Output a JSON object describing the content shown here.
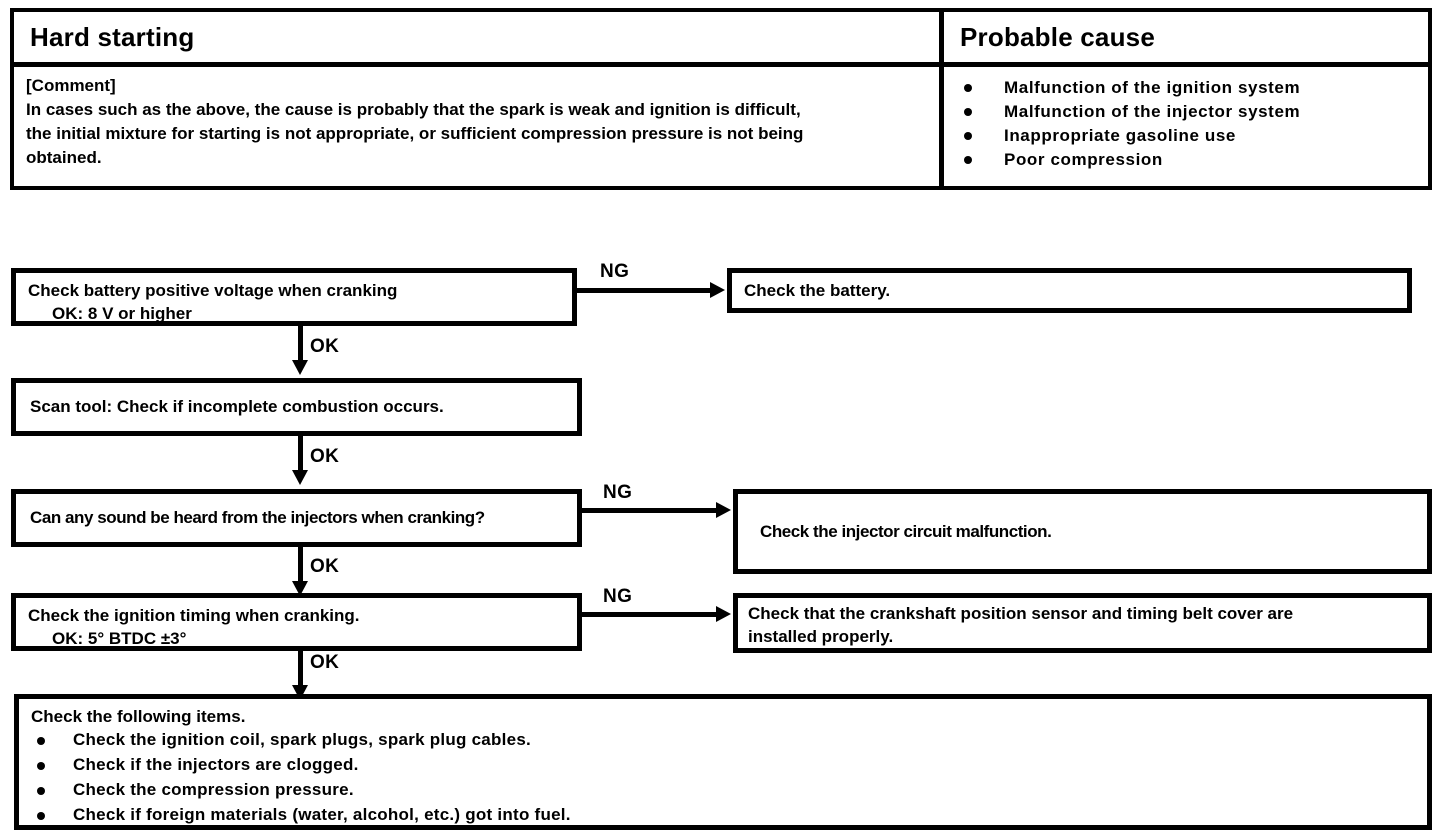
{
  "symptom_table": {
    "headers": {
      "symptom": "Hard starting",
      "cause": "Probable cause"
    },
    "comment": {
      "label": "[Comment]",
      "line1": "In cases such as the above, the cause is probably that the spark is weak and ignition is difficult,",
      "line2": "the initial mixture for starting is not appropriate, or sufficient compression pressure is not being",
      "line3": "obtained."
    },
    "causes": [
      "Malfunction of the ignition system",
      "Malfunction of the injector system",
      "Inappropriate gasoline use",
      "Poor compression"
    ]
  },
  "flowchart": {
    "step1": {
      "line1": "Check battery positive voltage when cranking",
      "ok_label": "OK:",
      "ok_value": "8 V or higher"
    },
    "step1_ng_target": "Check the battery.",
    "step2": {
      "line1": "Scan tool: Check if incomplete combustion occurs."
    },
    "step3": {
      "line1": "Can any sound be heard from the injectors when cranking?"
    },
    "step3_ng_target": "Check the injector circuit malfunction.",
    "step4": {
      "line1": "Check the ignition timing when cranking.",
      "ok_label": "OK:",
      "ok_value": "5° BTDC ±3°"
    },
    "step4_ng_target": {
      "line1": "Check that the crankshaft position sensor and timing belt cover are",
      "line2": "installed properly."
    },
    "final": {
      "title": "Check the following items.",
      "items": [
        "Check the ignition coil, spark plugs, spark plug cables.",
        "Check if the injectors are clogged.",
        "Check the compression pressure.",
        "Check if foreign materials (water, alcohol, etc.) got into fuel."
      ]
    },
    "edge_labels": {
      "ok": "OK",
      "ng": "NG"
    }
  },
  "colors": {
    "ink": "#000000",
    "paper": "#ffffff"
  }
}
